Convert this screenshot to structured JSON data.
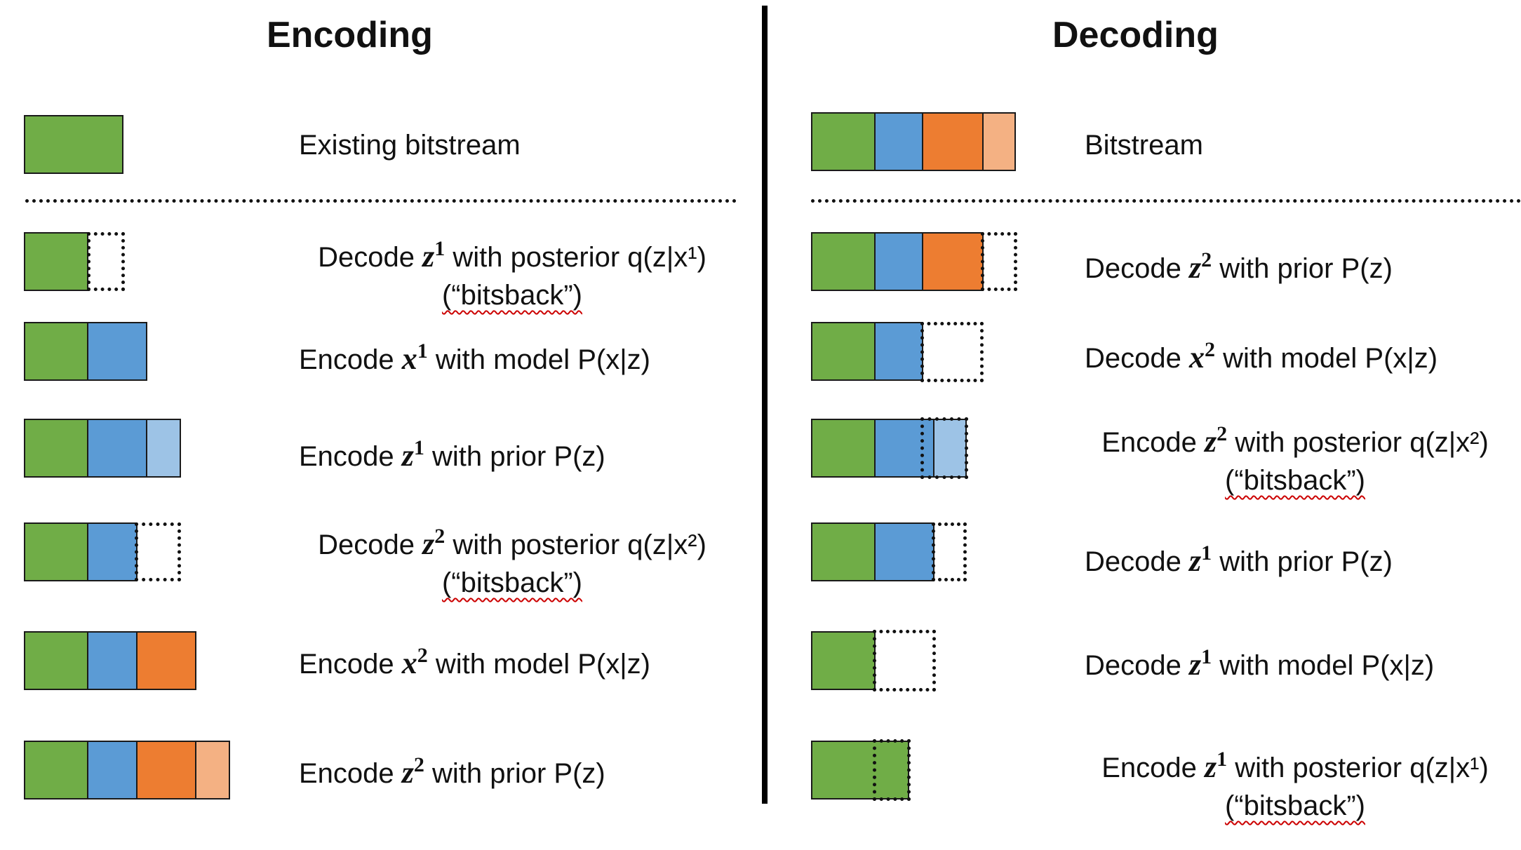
{
  "headings": {
    "encoding": "Encoding",
    "decoding": "Decoding"
  },
  "colors": {
    "green": "#70ad47",
    "blue": "#5b9bd5",
    "light_blue": "#9dc3e6",
    "orange": "#ed7d31",
    "peach": "#f4b183"
  },
  "bitsback_word": "“bitsback”",
  "encoding_steps": [
    {
      "pre": "Existing bitstream"
    },
    {
      "pre": "Decode ",
      "var": "z",
      "sup": "1",
      "post": " with posterior q(z|x¹)",
      "note": "(“bitsback”)"
    },
    {
      "pre": "Encode ",
      "var": "x",
      "sup": "1",
      "post": " with model P(x|z)"
    },
    {
      "pre": "Encode ",
      "var": "z",
      "sup": "1",
      "post": " with prior P(z)"
    },
    {
      "pre": "Decode ",
      "var": "z",
      "sup": "2",
      "post": " with posterior q(z|x²)",
      "note": "(“bitsback”)"
    },
    {
      "pre": "Encode ",
      "var": "x",
      "sup": "2",
      "post": " with model P(x|z)"
    },
    {
      "pre": "Encode ",
      "var": "z",
      "sup": "2",
      "post": " with prior P(z)"
    }
  ],
  "decoding_steps": [
    {
      "pre": "Bitstream"
    },
    {
      "pre": "Decode ",
      "var": "z",
      "sup": "2",
      "post": " with prior P(z)"
    },
    {
      "pre": "Decode ",
      "var": "x",
      "sup": "2",
      "post": " with model P(x|z)"
    },
    {
      "pre": "Encode ",
      "var": "z",
      "sup": "2",
      "post": " with posterior q(z|x²)",
      "note": "(“bitsback”)"
    },
    {
      "pre": "Decode ",
      "var": "z",
      "sup": "1",
      "post": " with prior P(z)"
    },
    {
      "pre": "Decode ",
      "var": "z",
      "sup": "1",
      "post": " with model P(x|z)"
    },
    {
      "pre": "Encode ",
      "var": "z",
      "sup": "1",
      "post": " with posterior q(z|x¹)",
      "note": "(“bitsback”)"
    }
  ]
}
